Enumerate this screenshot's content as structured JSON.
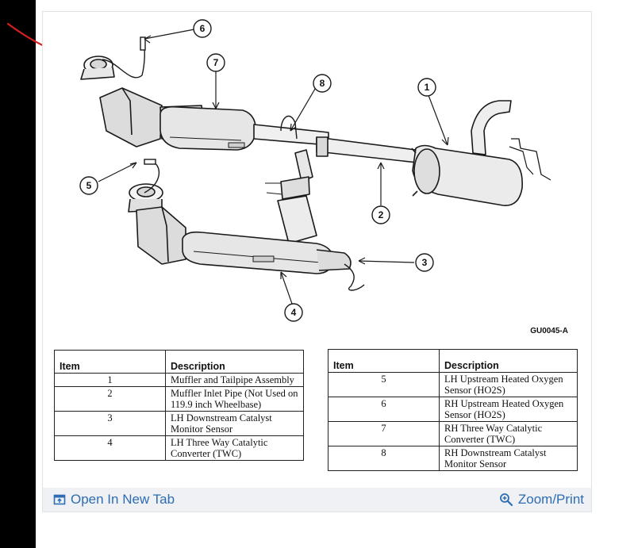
{
  "figure_code": "GU0045-A",
  "callouts": [
    "1",
    "2",
    "3",
    "4",
    "5",
    "6",
    "7",
    "8"
  ],
  "left_table": {
    "headers": [
      "Item",
      "Description"
    ],
    "rows": [
      {
        "item": "1",
        "desc": "Muffler and Tailpipe Assembly"
      },
      {
        "item": "2",
        "desc": "Muffler Inlet Pipe (Not Used on 119.9 inch Wheelbase)"
      },
      {
        "item": "3",
        "desc": "LH Downstream Catalyst Monitor Sensor"
      },
      {
        "item": "4",
        "desc": "LH Three Way Catalytic Converter (TWC)"
      }
    ]
  },
  "right_table": {
    "headers": [
      "Item",
      "Description"
    ],
    "rows": [
      {
        "item": "5",
        "desc": "LH Upstream Heated Oxygen Sensor (HO2S)"
      },
      {
        "item": "6",
        "desc": "RH Upstream Heated Oxygen Sensor (HO2S)"
      },
      {
        "item": "7",
        "desc": "RH Three Way Catalytic Converter (TWC)"
      },
      {
        "item": "8",
        "desc": "RH Downstream Catalyst Monitor Sensor"
      }
    ]
  },
  "footer": {
    "open_tab_label": "Open In New Tab",
    "zoom_label": "Zoom/Print",
    "open_tab_icon": "open-tab-icon",
    "zoom_icon": "magnifier-plus-icon"
  },
  "colors": {
    "link": "#2e6db4",
    "annotation": "#d42020",
    "footer_bg": "#eff1f4"
  }
}
